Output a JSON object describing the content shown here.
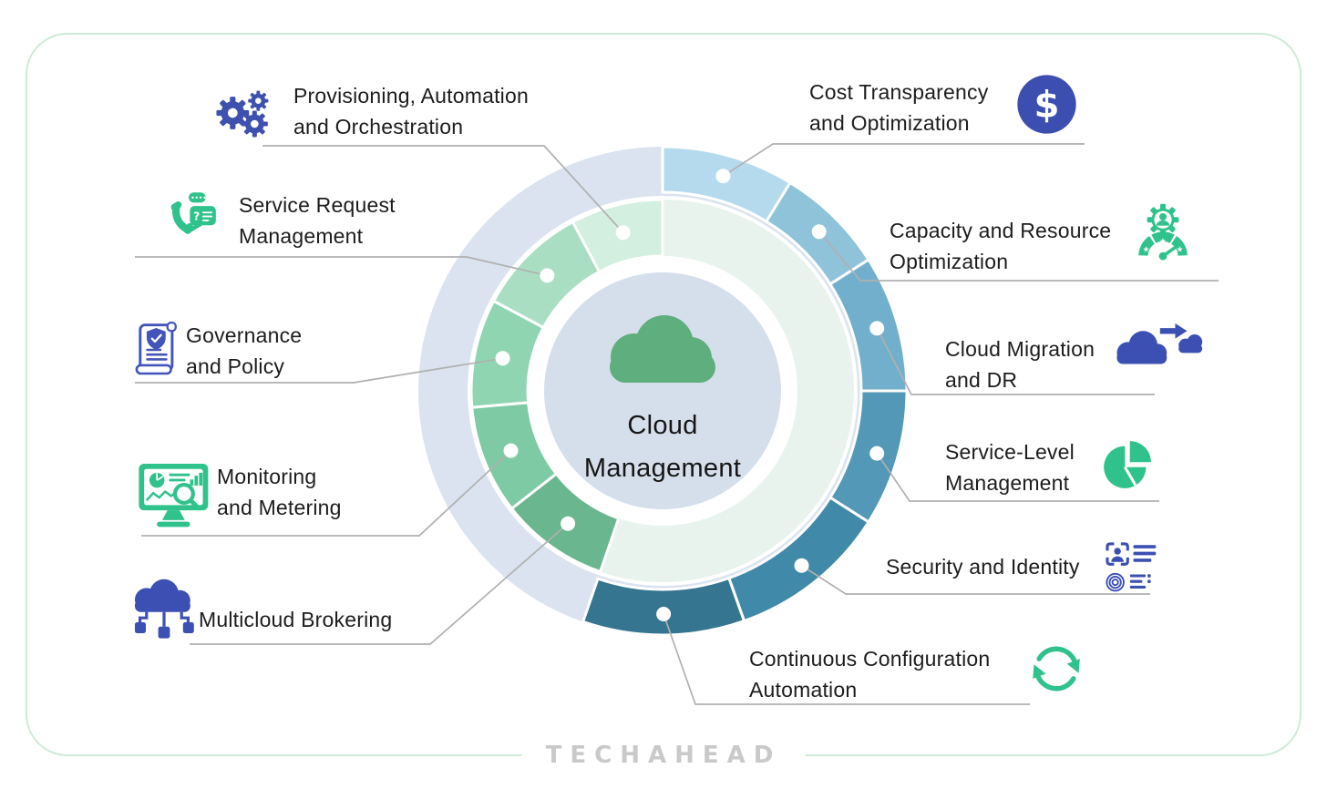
{
  "frame": {
    "border_color": "#cdebd6"
  },
  "brand": {
    "name": "TECHAHEAD",
    "color": "#c9c9c9"
  },
  "center": {
    "line1": "Cloud",
    "line2": "Management",
    "icon": "cloud-icon",
    "circle_color": "#d5dfec",
    "icon_color": "#5fae7d"
  },
  "ring": {
    "outer_track_color": "#dae3ef",
    "inner_track_color": "#e8f3ee",
    "dot_color": "#ffffff",
    "connector_color": "#b0b0b0"
  },
  "items": [
    {
      "id": "provisioning-automation-orchestration",
      "lines": [
        "Provisioning, Automation",
        "and Orchestration"
      ],
      "icon": "gears-icon",
      "icon_color": "#3e51ae",
      "segment_color": "#d3efdf"
    },
    {
      "id": "service-request-management",
      "lines": [
        "Service Request",
        "Management"
      ],
      "icon": "phone-chat-icon",
      "icon_color": "#2fc28c",
      "segment_color": "#aadec3"
    },
    {
      "id": "governance-policy",
      "lines": [
        "Governance",
        "and Policy"
      ],
      "icon": "scroll-shield-icon",
      "icon_color": "#4355ba",
      "segment_color": "#90d5b2"
    },
    {
      "id": "monitoring-metering",
      "lines": [
        "Monitoring",
        "and Metering"
      ],
      "icon": "monitor-magnifier-icon",
      "icon_color": "#2fc28c",
      "segment_color": "#7ecaa4"
    },
    {
      "id": "multicloud-brokering",
      "lines": [
        "Multicloud Brokering"
      ],
      "icon": "cloud-network-icon",
      "icon_color": "#3c4fb2",
      "segment_color": "#6ab68f"
    },
    {
      "id": "cost-transparency-optimization",
      "lines": [
        "Cost Transparency",
        "and Optimization"
      ],
      "icon": "dollar-circle-icon",
      "icon_color": "#3c4eb0",
      "segment_color": "#b5daee"
    },
    {
      "id": "capacity-resource-optimization",
      "lines": [
        "Capacity and Resource",
        "Optimization"
      ],
      "icon": "gauge-person-icon",
      "icon_color": "#2fc28c",
      "segment_color": "#8fc3da"
    },
    {
      "id": "cloud-migration-dr",
      "lines": [
        "Cloud Migration",
        "and DR"
      ],
      "icon": "cloud-migration-icon",
      "icon_color": "#3c4fb2",
      "segment_color": "#72afcc"
    },
    {
      "id": "service-level-management",
      "lines": [
        "Service-Level",
        "Management"
      ],
      "icon": "pie-chart-icon",
      "icon_color": "#2fc28c",
      "segment_color": "#5398b7"
    },
    {
      "id": "security-identity",
      "lines": [
        "Security and Identity"
      ],
      "icon": "id-fingerprint-icon",
      "icon_color": "#3c4fb2",
      "segment_color": "#4189a9"
    },
    {
      "id": "continuous-configuration-automation",
      "lines": [
        "Continuous Configuration",
        "Automation"
      ],
      "icon": "refresh-cycle-icon",
      "icon_color": "#2fc28c",
      "segment_color": "#357590"
    }
  ]
}
